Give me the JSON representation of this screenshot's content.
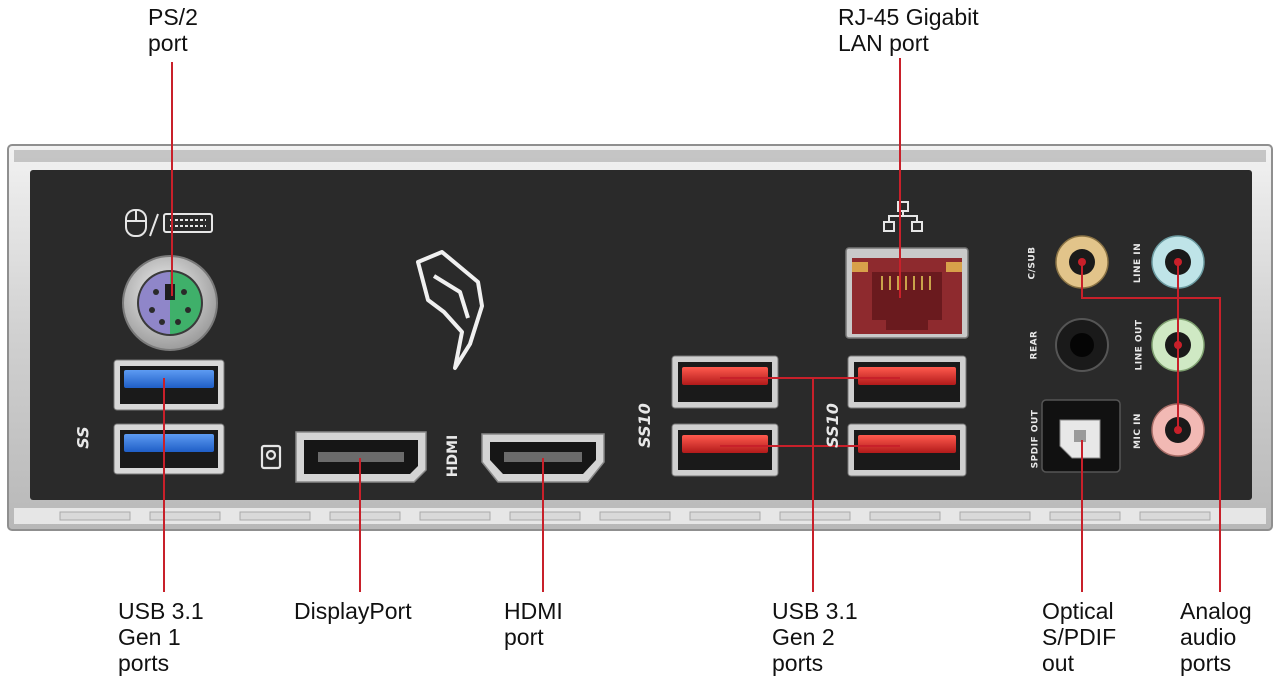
{
  "callouts": {
    "ps2": [
      "PS/2",
      "port"
    ],
    "lan": [
      "RJ-45 Gigabit",
      "LAN port"
    ],
    "usb_gen1": [
      "USB 3.1",
      "Gen 1",
      "ports"
    ],
    "displayport": [
      "DisplayPort"
    ],
    "hdmi": [
      "HDMI",
      "port"
    ],
    "usb_gen2": [
      "USB 3.1",
      "Gen 2",
      "ports"
    ],
    "optical": [
      "Optical",
      "S/PDIF",
      "out"
    ],
    "analog": [
      "Analog",
      "audio",
      "ports"
    ]
  },
  "panel_labels": {
    "hdmi": "HDMI",
    "c_sub": "C/SUB",
    "rear": "REAR",
    "spdif_out": "SPDIF OUT",
    "line_in": "LINE IN",
    "line_out": "LINE OUT",
    "mic_in": "MIC IN",
    "ss": "SS",
    "ss10": "SS10"
  },
  "colors": {
    "leader_line": "#c8202a",
    "panel": "#2a2a2a",
    "bracket": "#bdbdbd",
    "usb_gen1": "#2f6fd6",
    "usb_gen2": "#d42d2d",
    "jack_line_in": "#bfe4e8",
    "jack_line_out": "#cfe9c4",
    "jack_mic_in": "#f2b9b4",
    "jack_c_sub": "#e2c48a"
  },
  "icons": [
    "mouse-icon",
    "keyboard-icon",
    "network-icon",
    "displayport-icon",
    "rog-logo-icon",
    "superspeed-usb-icon"
  ]
}
